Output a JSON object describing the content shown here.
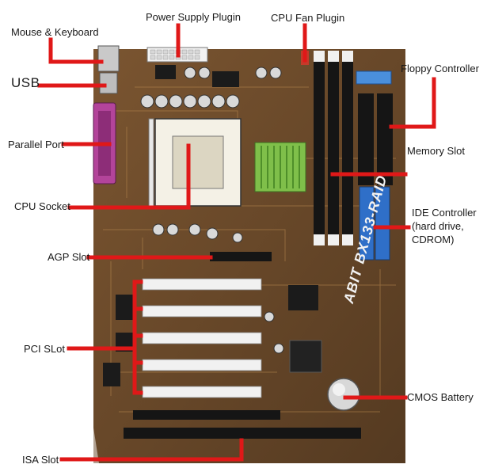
{
  "labels": {
    "mouse_keyboard": "Mouse & Keyboard",
    "power_supply": "Power Supply Plugin",
    "cpu_fan": "CPU Fan Plugin",
    "usb": "USB",
    "floppy": "Floppy Controller",
    "parallel_port": "Parallel Port",
    "memory_slot": "Memory Slot",
    "cpu_socket": "CPU Socket",
    "ide_line1": "IDE Controller",
    "ide_line2": "(hard drive,",
    "ide_line3": "CDROM)",
    "agp_slot": "AGP Slot",
    "pci_slot": "PCI SLot",
    "cmos_battery": "CMOS Battery",
    "isa_slot": "ISA Slot"
  },
  "board_brand": "ABIT BX133-RAID",
  "colors": {
    "board": "#6b4a2b",
    "board_dark": "#3e2a17",
    "trace": "#b8894f",
    "leader": "#e01818",
    "slot_white": "#f1f1f1",
    "slot_black": "#151515",
    "ide_blue": "#2f6fc8",
    "floppy_blue": "#4a8fdc",
    "heatsink": "#7fbf4a",
    "parallel_port": "#b3449a"
  }
}
